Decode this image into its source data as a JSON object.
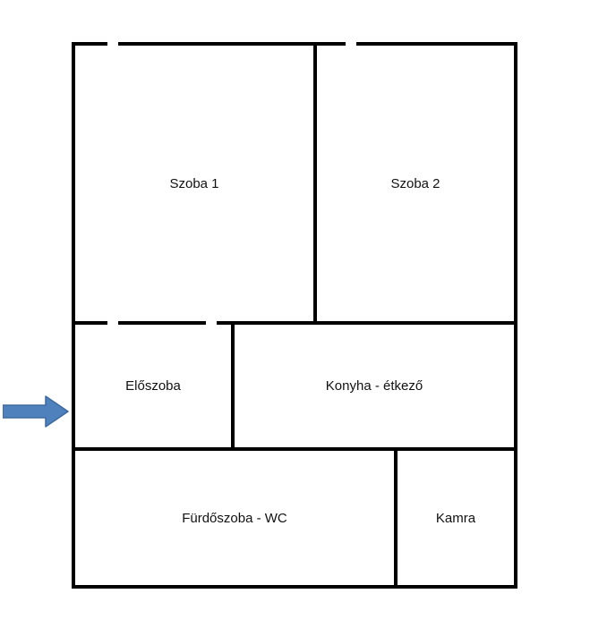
{
  "diagram": {
    "type": "floorplan",
    "rooms": [
      {
        "id": "szoba1",
        "label": "Szoba 1"
      },
      {
        "id": "szoba2",
        "label": "Szoba 2"
      },
      {
        "id": "eloszoba",
        "label": "Előszoba"
      },
      {
        "id": "konyha",
        "label": "Konyha - étkező"
      },
      {
        "id": "furdoszoba",
        "label": "Fürdőszoba - WC"
      },
      {
        "id": "kamra",
        "label": "Kamra"
      }
    ],
    "entrance_arrow": {
      "direction": "right",
      "fill_color": "#4f81bd",
      "stroke_color": "#3d6a9e"
    },
    "wall_color": "#000000"
  }
}
